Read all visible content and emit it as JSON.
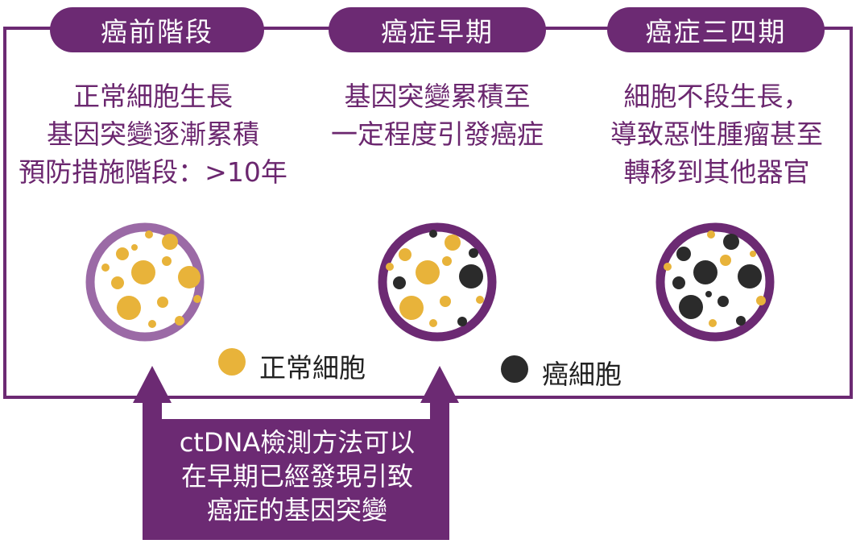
{
  "stages": [
    {
      "title": "癌前階段",
      "lines": [
        "正常細胞生長",
        "基因突變逐漸累積",
        "預防措施階段：>10年"
      ]
    },
    {
      "title": "癌症早期",
      "lines": [
        "基因突變累積至",
        "一定程度引發癌症"
      ]
    },
    {
      "title": "癌症三四期",
      "lines": [
        "細胞不段生長，",
        "導致惡性腫瘤甚至",
        "轉移到其他器官"
      ]
    }
  ],
  "legend": {
    "normal": "正常細胞",
    "cancer": "癌細胞"
  },
  "callout_lines": [
    "ctDNA檢測方法可以",
    "在早期已經發現引致",
    "癌症的基因突變"
  ],
  "colors": {
    "purple": "#6c2a73",
    "light_purple": "#9b6aa6",
    "normal_cell": "#e8b33a",
    "cancer_cell": "#2b2b2b"
  }
}
